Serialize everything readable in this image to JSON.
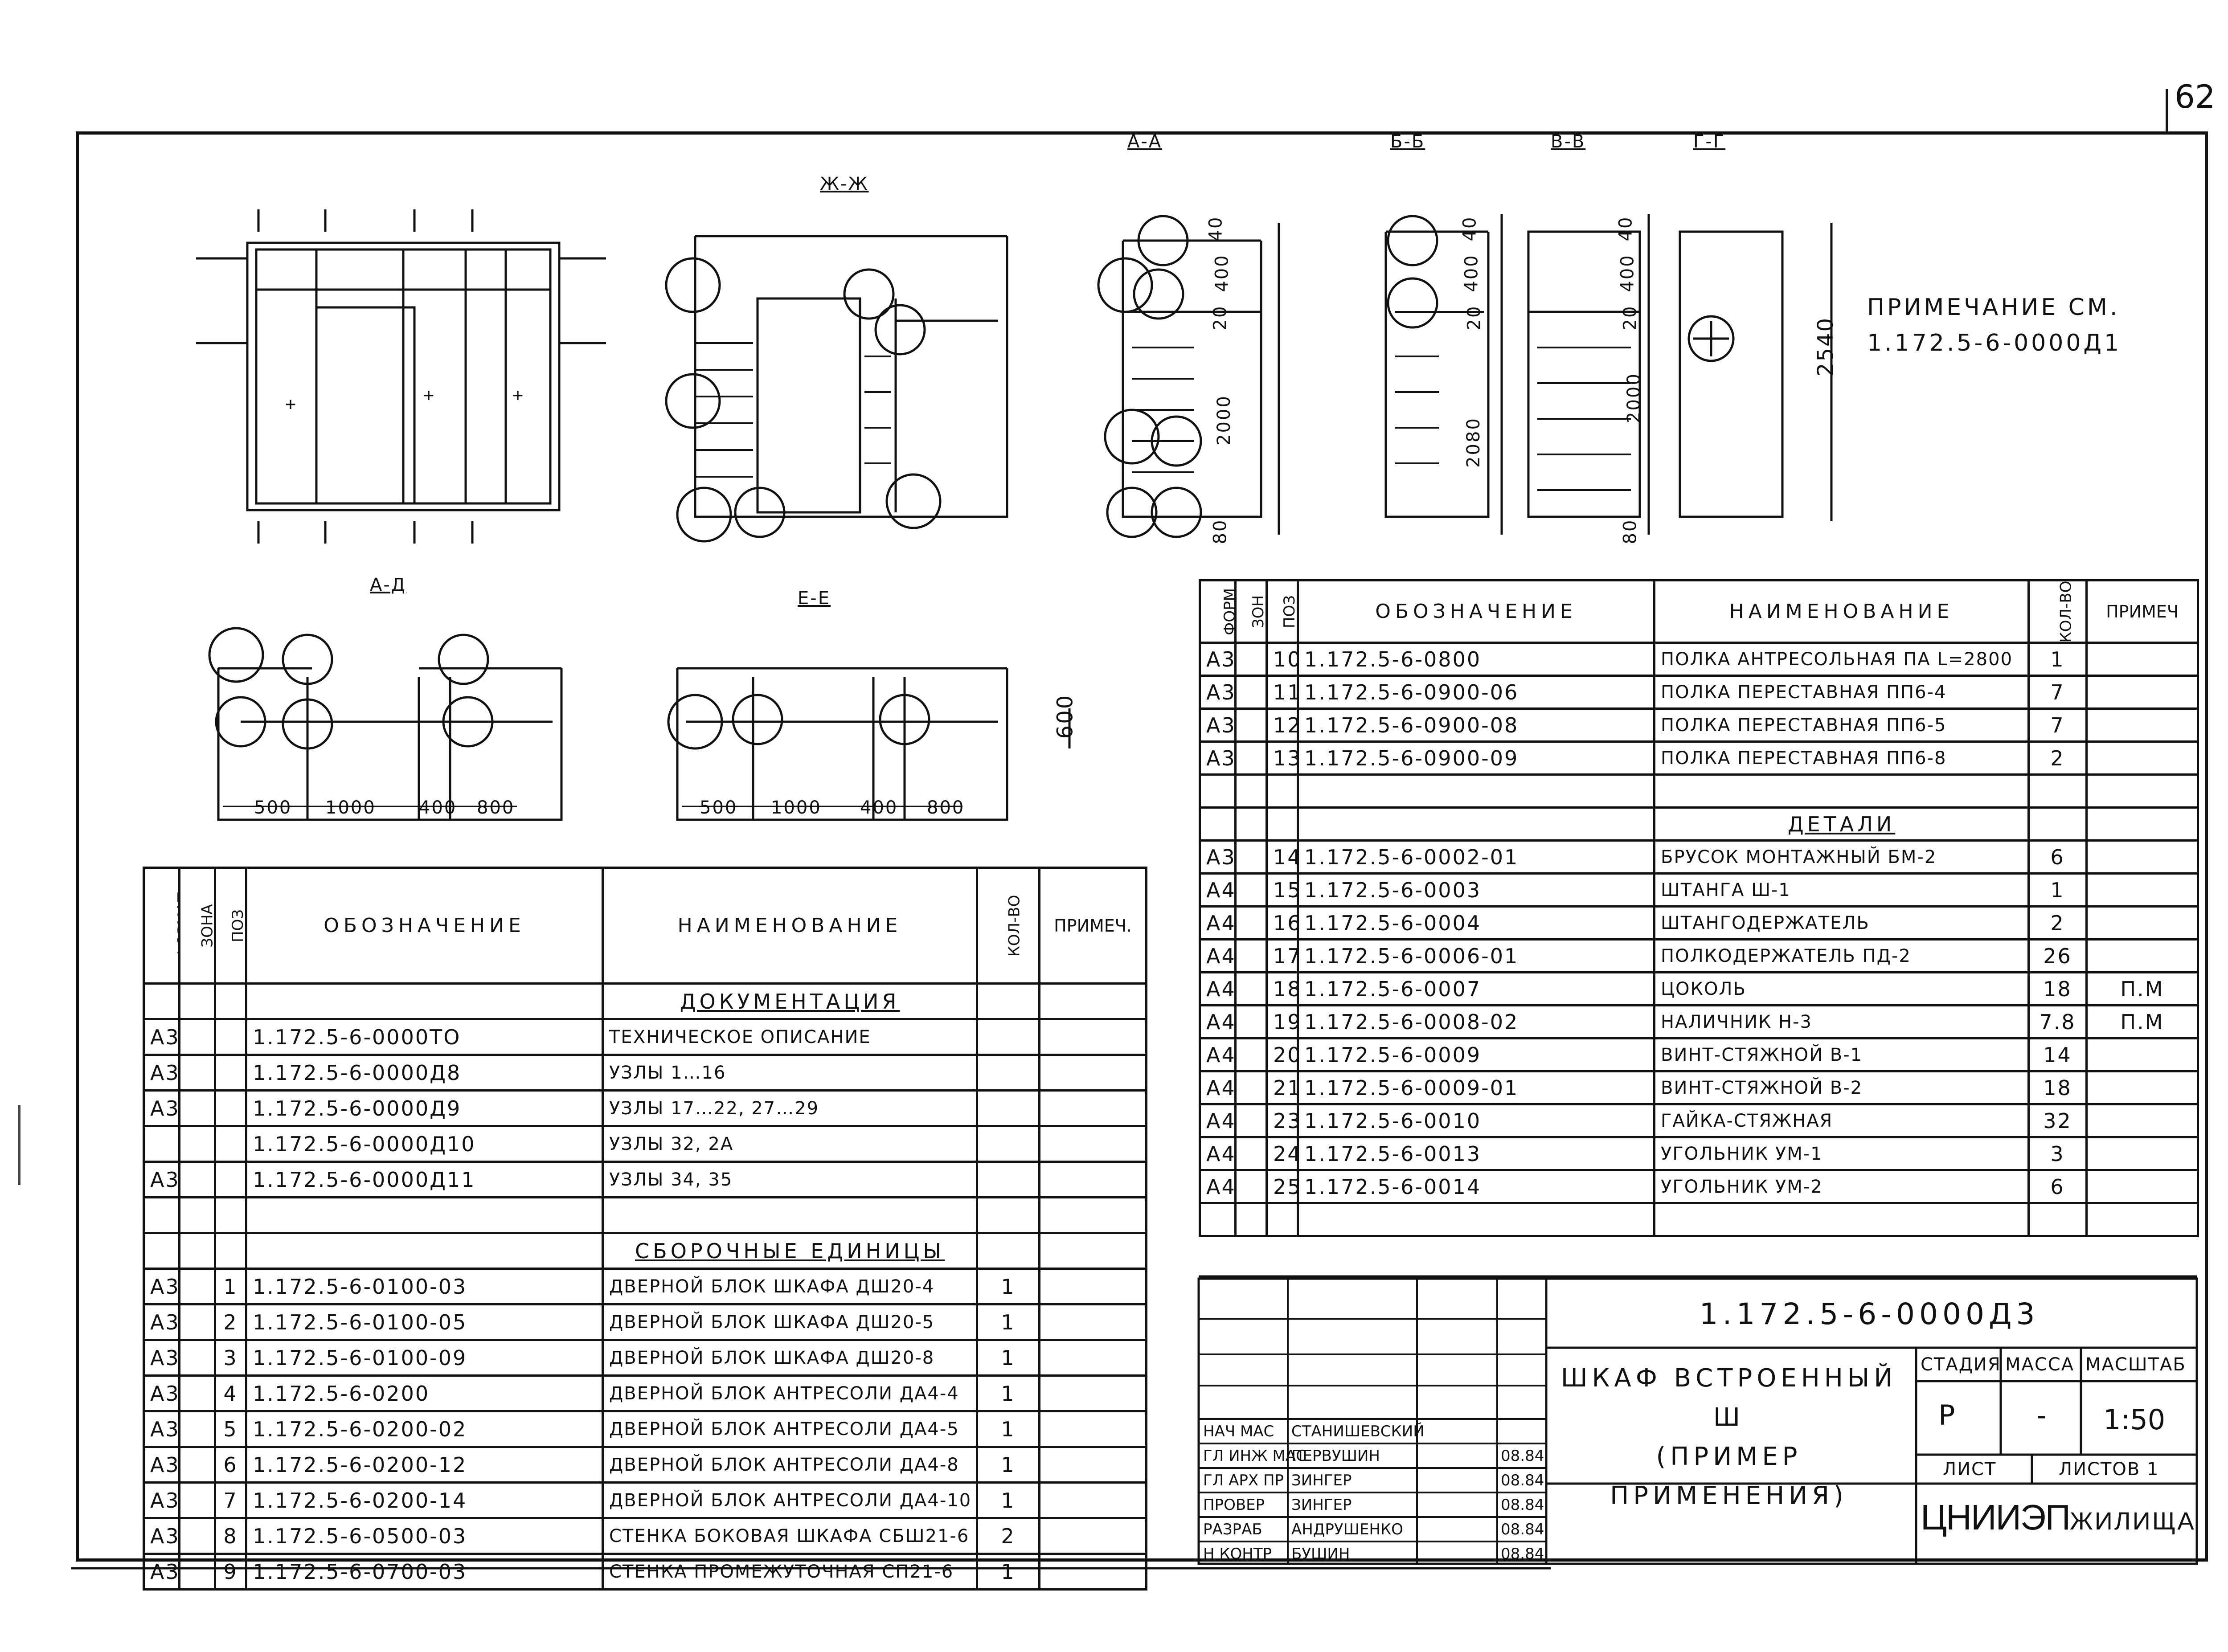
{
  "page_number": "62",
  "note": {
    "line1": "ПРИМЕЧАНИЕ СМ.",
    "line2": "1.172.5-6-0000Д1"
  },
  "section_labels": {
    "aa": "А-А",
    "bb": "Б-Б",
    "vv": "В-В",
    "gg": "Г-Г",
    "zhzh": "Ж-Ж",
    "ad": "А-Д",
    "ee": "Е-Е"
  },
  "dimensions": {
    "aa": [
      "40",
      "400",
      "20",
      "2000",
      "80"
    ],
    "bb": [
      "40",
      "400",
      "20",
      "2080"
    ],
    "vv": [
      "40",
      "400",
      "20",
      "2000",
      "80"
    ],
    "gg": [
      "2540"
    ],
    "ad": [
      "500",
      "1000",
      "400",
      "800"
    ],
    "ee": [
      "500",
      "1000",
      "400",
      "800"
    ],
    "height": "600"
  },
  "left_table": {
    "headers": {
      "format": "ФОРМАТ",
      "zone": "ЗОНА",
      "pos": "ПОЗ",
      "designation": "ОБОЗНАЧЕНИЕ",
      "name": "НАИМЕНОВАНИЕ",
      "qty": "КОЛ-ВО",
      "note": "ПРИМЕЧ."
    },
    "section_doc": "ДОКУМЕНТАЦИЯ",
    "section_units": "СБОРОЧНЫЕ ЕДИНИЦЫ",
    "doc_rows": [
      {
        "format": "А3",
        "zone": "",
        "pos": "",
        "designation": "1.172.5-6-0000ТО",
        "name": "ТЕХНИЧЕСКОЕ ОПИСАНИЕ",
        "qty": "",
        "note": ""
      },
      {
        "format": "А3",
        "zone": "",
        "pos": "",
        "designation": "1.172.5-6-0000Д8",
        "name": "УЗЛЫ 1…16",
        "qty": "",
        "note": ""
      },
      {
        "format": "А3",
        "zone": "",
        "pos": "",
        "designation": "1.172.5-6-0000Д9",
        "name": "УЗЛЫ 17…22, 27…29",
        "qty": "",
        "note": ""
      },
      {
        "format": "",
        "zone": "",
        "pos": "",
        "designation": "1.172.5-6-0000Д10",
        "name": "УЗЛЫ 32, 2А",
        "qty": "",
        "note": ""
      },
      {
        "format": "А3",
        "zone": "",
        "pos": "",
        "designation": "1.172.5-6-0000Д11",
        "name": "УЗЛЫ 34, 35",
        "qty": "",
        "note": ""
      }
    ],
    "unit_rows": [
      {
        "format": "А3",
        "zone": "",
        "pos": "1",
        "designation": "1.172.5-6-0100-03",
        "name": "ДВЕРНОЙ БЛОК ШКАФА ДШ20-4",
        "qty": "1",
        "note": ""
      },
      {
        "format": "А3",
        "zone": "",
        "pos": "2",
        "designation": "1.172.5-6-0100-05",
        "name": "ДВЕРНОЙ БЛОК ШКАФА ДШ20-5",
        "qty": "1",
        "note": ""
      },
      {
        "format": "А3",
        "zone": "",
        "pos": "3",
        "designation": "1.172.5-6-0100-09",
        "name": "ДВЕРНОЙ БЛОК ШКАФА ДШ20-8",
        "qty": "1",
        "note": ""
      },
      {
        "format": "А3",
        "zone": "",
        "pos": "4",
        "designation": "1.172.5-6-0200",
        "name": "ДВЕРНОЙ БЛОК АНТРЕСОЛИ ДА4-4",
        "qty": "1",
        "note": ""
      },
      {
        "format": "А3",
        "zone": "",
        "pos": "5",
        "designation": "1.172.5-6-0200-02",
        "name": "ДВЕРНОЙ БЛОК АНТРЕСОЛИ ДА4-5",
        "qty": "1",
        "note": ""
      },
      {
        "format": "А3",
        "zone": "",
        "pos": "6",
        "designation": "1.172.5-6-0200-12",
        "name": "ДВЕРНОЙ БЛОК АНТРЕСОЛИ ДА4-8",
        "qty": "1",
        "note": ""
      },
      {
        "format": "А3",
        "zone": "",
        "pos": "7",
        "designation": "1.172.5-6-0200-14",
        "name": "ДВЕРНОЙ БЛОК АНТРЕСОЛИ ДА4-10",
        "qty": "1",
        "note": ""
      },
      {
        "format": "А3",
        "zone": "",
        "pos": "8",
        "designation": "1.172.5-6-0500-03",
        "name": "СТЕНКА БОКОВАЯ ШКАФА СБШ21-6",
        "qty": "2",
        "note": ""
      },
      {
        "format": "А3",
        "zone": "",
        "pos": "9",
        "designation": "1.172.5-6-0700-03",
        "name": "СТЕНКА ПРОМЕЖУТОЧНАЯ СП21-6",
        "qty": "1",
        "note": ""
      }
    ]
  },
  "right_table": {
    "headers": {
      "format": "ФОРМ",
      "zone": "ЗОН",
      "pos": "ПОЗ",
      "designation": "ОБОЗНАЧЕНИЕ",
      "name": "НАИМЕНОВАНИЕ",
      "qty": "КОЛ-ВО",
      "note": "ПРИМЕЧ"
    },
    "section_details": "ДЕТАЛИ",
    "top_rows": [
      {
        "format": "А3",
        "zone": "",
        "pos": "10",
        "designation": "1.172.5-6-0800",
        "name": "ПОЛКА АНТРЕСОЛЬНАЯ ПА L=2800",
        "qty": "1",
        "note": ""
      },
      {
        "format": "А3",
        "zone": "",
        "pos": "11",
        "designation": "1.172.5-6-0900-06",
        "name": "ПОЛКА ПЕРЕСТАВНАЯ ПП6-4",
        "qty": "7",
        "note": ""
      },
      {
        "format": "А3",
        "zone": "",
        "pos": "12",
        "designation": "1.172.5-6-0900-08",
        "name": "ПОЛКА ПЕРЕСТАВНАЯ ПП6-5",
        "qty": "7",
        "note": ""
      },
      {
        "format": "А3",
        "zone": "",
        "pos": "13",
        "designation": "1.172.5-6-0900-09",
        "name": "ПОЛКА ПЕРЕСТАВНАЯ ПП6-8",
        "qty": "2",
        "note": ""
      }
    ],
    "detail_rows": [
      {
        "format": "А3",
        "zone": "",
        "pos": "14",
        "designation": "1.172.5-6-0002-01",
        "name": "БРУСОК МОНТАЖНЫЙ БМ-2",
        "qty": "6",
        "note": ""
      },
      {
        "format": "А4",
        "zone": "",
        "pos": "15",
        "designation": "1.172.5-6-0003",
        "name": "ШТАНГА Ш-1",
        "qty": "1",
        "note": ""
      },
      {
        "format": "А4",
        "zone": "",
        "pos": "16",
        "designation": "1.172.5-6-0004",
        "name": "ШТАНГОДЕРЖАТЕЛЬ",
        "qty": "2",
        "note": ""
      },
      {
        "format": "А4",
        "zone": "",
        "pos": "17",
        "designation": "1.172.5-6-0006-01",
        "name": "ПОЛКОДЕРЖАТЕЛЬ ПД-2",
        "qty": "26",
        "note": ""
      },
      {
        "format": "А4",
        "zone": "",
        "pos": "18",
        "designation": "1.172.5-6-0007",
        "name": "ЦОКОЛЬ",
        "qty": "18",
        "note": "П.М"
      },
      {
        "format": "А4",
        "zone": "",
        "pos": "19",
        "designation": "1.172.5-6-0008-02",
        "name": "НАЛИЧНИК Н-3",
        "qty": "7.8",
        "note": "П.М"
      },
      {
        "format": "А4",
        "zone": "",
        "pos": "20",
        "designation": "1.172.5-6-0009",
        "name": "ВИНТ-СТЯЖНОЙ В-1",
        "qty": "14",
        "note": ""
      },
      {
        "format": "А4",
        "zone": "",
        "pos": "21",
        "designation": "1.172.5-6-0009-01",
        "name": "ВИНТ-СТЯЖНОЙ В-2",
        "qty": "18",
        "note": ""
      },
      {
        "format": "А4",
        "zone": "",
        "pos": "23",
        "designation": "1.172.5-6-0010",
        "name": "ГАЙКА-СТЯЖНАЯ",
        "qty": "32",
        "note": ""
      },
      {
        "format": "А4",
        "zone": "",
        "pos": "24",
        "designation": "1.172.5-6-0013",
        "name": "УГОЛЬНИК УМ-1",
        "qty": "3",
        "note": ""
      },
      {
        "format": "А4",
        "zone": "",
        "pos": "25",
        "designation": "1.172.5-6-0014",
        "name": "УГОЛЬНИК УМ-2",
        "qty": "6",
        "note": ""
      }
    ]
  },
  "title_block": {
    "code": "1.172.5-6-0000Д3",
    "title1": "ШКАФ ВСТРОЕННЫЙ",
    "title2": "Ш",
    "title3": "(ПРИМЕР ПРИМЕНЕНИЯ)",
    "stage_label": "СТАДИЯ",
    "mass_label": "МАССА",
    "scale_label": "МАСШТАБ",
    "stage": "Р",
    "mass": "-",
    "scale": "1:50",
    "sheet_label": "ЛИСТ",
    "sheets_label": "ЛИСТОВ 1",
    "org": "ЦНИИЭП",
    "org_sub": "ЖИЛИЩА",
    "signatures": [
      {
        "role": "НАЧ МАС",
        "name": "СТАНИШЕВСКИЙ",
        "date": ""
      },
      {
        "role": "ГЛ ИНЖ МАС",
        "name": "ПЕРВУШИН",
        "date": "08.84"
      },
      {
        "role": "ГЛ АРХ ПР",
        "name": "ЗИНГЕР",
        "date": "08.84"
      },
      {
        "role": "ПРОВЕР",
        "name": "ЗИНГЕР",
        "date": "08.84"
      },
      {
        "role": "РАЗРАБ",
        "name": "АНДРУШЕНКО",
        "date": "08.84"
      },
      {
        "role": "Н КОНТР",
        "name": "БУШИН",
        "date": "08.84"
      }
    ]
  }
}
